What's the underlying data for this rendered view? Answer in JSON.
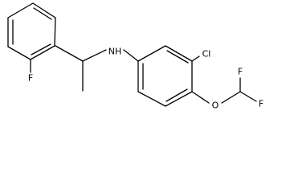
{
  "structure": {
    "atom_labels": {
      "amine_nitrogen": "NH",
      "aryl_fluorine": "F",
      "chlorine": "Cl",
      "ether_oxygen": "O",
      "difluoro_f_top": "F",
      "difluoro_f_bottom": "F"
    }
  }
}
